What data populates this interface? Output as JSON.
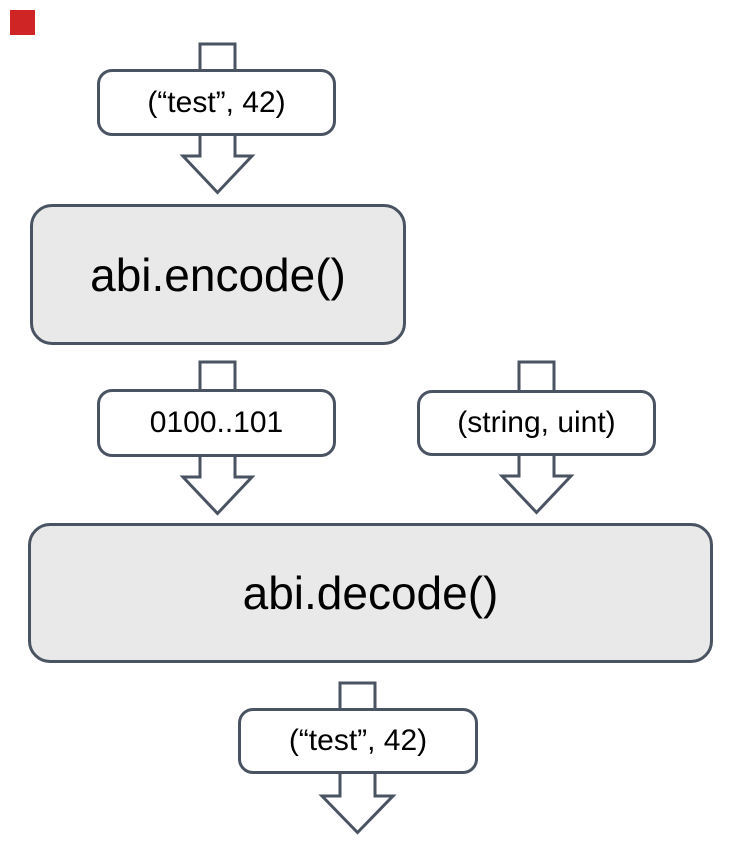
{
  "diagram": {
    "description": "ABI encode/decode flow diagram",
    "colors": {
      "stroke": "#4a5362",
      "gray_fill": "#e9e9e9",
      "white_fill": "#ffffff",
      "text": "#000000",
      "marker_red": "#d02525",
      "background": "#ffffff"
    },
    "nodes": {
      "input": "(“test”, 42)",
      "encode": "abi.encode()",
      "encoded_bytes": "0100..101",
      "types": "(string, uint)",
      "decode": "abi.decode()",
      "output": "(“test”, 42)"
    }
  }
}
